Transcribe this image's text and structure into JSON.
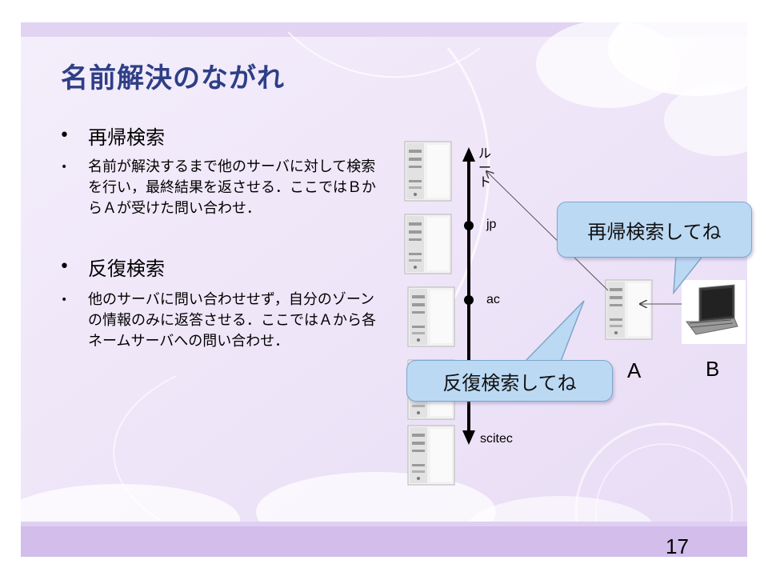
{
  "title": "名前解決のながれ",
  "bullets": [
    {
      "heading": "再帰検索",
      "detail": "名前が解決するまで他のサーバに対して検索を行い，最終結果を返させる．ここではＢからＡが受けた問い合わせ．"
    },
    {
      "heading": "反復検索",
      "detail": "他のサーバに問い合わせせず，自分のゾーンの情報のみに返答させる．ここではＡから各ネームサーバへの問い合わせ．"
    }
  ],
  "diagram": {
    "hierarchy_labels": {
      "root": "ルート",
      "jp": "jp",
      "ac": "ac",
      "scitec": "scitec"
    },
    "client_labels": {
      "a": "A",
      "b": "B"
    },
    "callouts": {
      "recursive": "再帰検索してね",
      "iterative": "反復検索してね"
    }
  },
  "slide_number": "17",
  "colors": {
    "title": "#2e3f86",
    "callout_fill": "#bcd9f4",
    "background_lavender": "#ece2f6",
    "band_purple": "#d2bdeb"
  }
}
